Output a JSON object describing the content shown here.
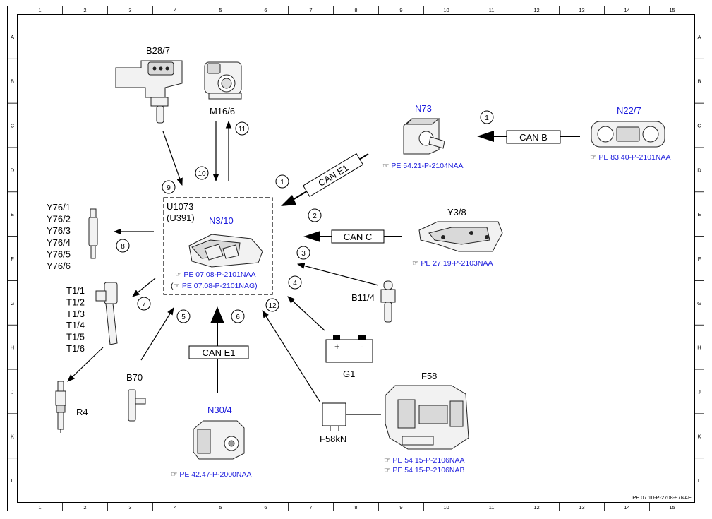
{
  "grid": {
    "columns": [
      "1",
      "2",
      "3",
      "4",
      "5",
      "6",
      "7",
      "8",
      "9",
      "10",
      "11",
      "12",
      "13",
      "14",
      "15"
    ],
    "rows": [
      "A",
      "B",
      "C",
      "D",
      "E",
      "F",
      "G",
      "H",
      "J",
      "K",
      "L"
    ]
  },
  "doc_id": "PE 07.10-P-2708-97NAE",
  "central": {
    "code": "U1073",
    "code2": "(U391)",
    "name": "N3/10",
    "ref1": "PE 07.08-P-2101NAA",
    "ref2_open": "(",
    "ref2": "PE 07.08-P-2101NAG)"
  },
  "components": {
    "b28_7": "B28/7",
    "m16_6": "M16/6",
    "n73": {
      "name": "N73",
      "ref": "PE 54.21-P-2104NAA"
    },
    "n22_7": {
      "name": "N22/7",
      "ref": "PE 83.40-P-2101NAA"
    },
    "y3_8": {
      "name": "Y3/8",
      "ref": "PE 27.19-P-2103NAA"
    },
    "b11_4": "B11/4",
    "g1": {
      "name": "G1",
      "plus": "+",
      "minus": "-"
    },
    "f58": {
      "name": "F58",
      "ref1": "PE 54.15-P-2106NAA",
      "ref2": "PE 54.15-P-2106NAB"
    },
    "f58kn": "F58kN",
    "n30_4": {
      "name": "N30/4",
      "ref": "PE 42.47-P-2000NAA"
    },
    "b70": "B70",
    "r4": "R4",
    "y76": [
      "Y76/1",
      "Y76/2",
      "Y76/3",
      "Y76/4",
      "Y76/5",
      "Y76/6"
    ],
    "t1": [
      "T1/1",
      "T1/2",
      "T1/3",
      "T1/4",
      "T1/5",
      "T1/6"
    ]
  },
  "buses": {
    "can_b": "CAN B",
    "can_e1_top": "CAN E1",
    "can_c": "CAN C",
    "can_e1_bottom": "CAN E1"
  },
  "numbers": {
    "n1a": "1",
    "n1b": "1",
    "n2": "2",
    "n3": "3",
    "n4": "4",
    "n5": "5",
    "n6": "6",
    "n7": "7",
    "n8": "8",
    "n9": "9",
    "n10": "10",
    "n11": "11",
    "n12": "12"
  }
}
